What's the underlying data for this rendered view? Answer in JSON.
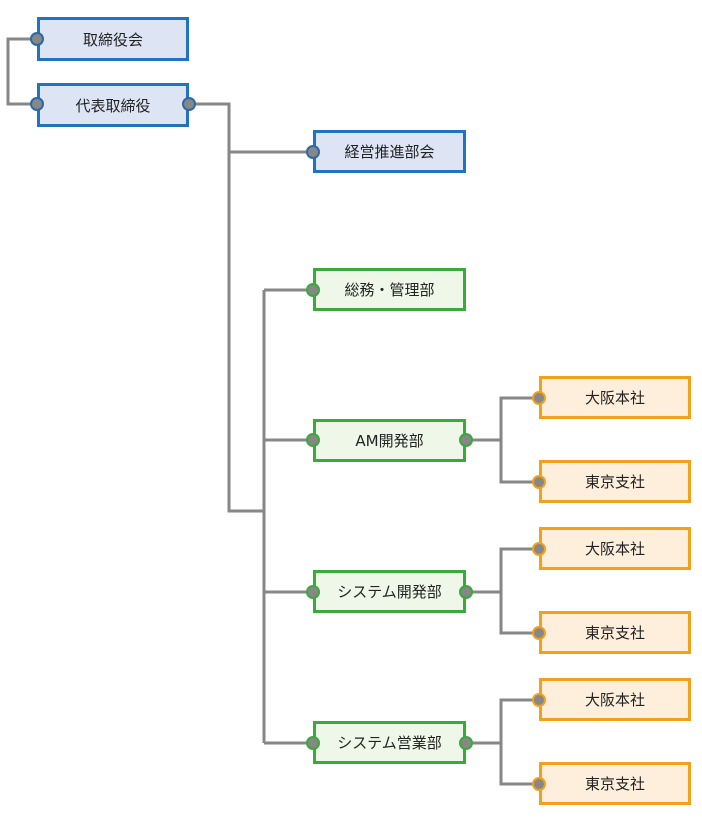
{
  "colors": {
    "connector": "#878787",
    "board": "#1f73bf",
    "department": "#3aaa3a",
    "branch": "#f3a11a",
    "port_blue": "#2b6aa8",
    "port_green": "#3aaa3a",
    "port_orange": "#f3a11a",
    "port_fill": "#878787"
  },
  "nodes": {
    "board": "取締役会",
    "president": "代表取締役",
    "mgmt_council": "経営推進部会",
    "general_affairs": "総務・管理部",
    "am_dev": "AM開発部",
    "am_osaka": "大阪本社",
    "am_tokyo": "東京支社",
    "sys_dev": "システム開発部",
    "sysdev_osaka": "大阪本社",
    "sysdev_tokyo": "東京支社",
    "sys_sales": "システム営業部",
    "syssales_osaka": "大阪本社",
    "syssales_tokyo": "東京支社"
  }
}
